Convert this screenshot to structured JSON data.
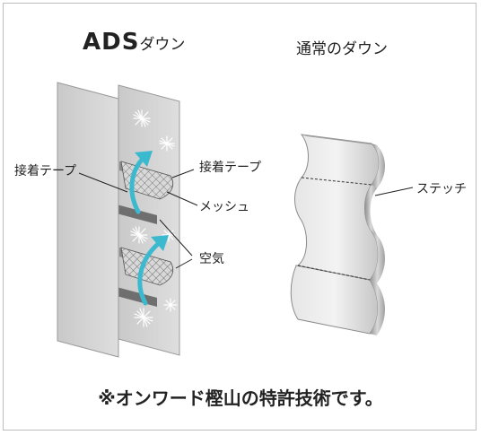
{
  "titles": {
    "ads_main": "ADS",
    "ads_suffix": "ダウン",
    "normal": "通常のダウン"
  },
  "labels": {
    "adhesive_tape_left": "接着テープ",
    "adhesive_tape_right": "接着テープ",
    "mesh": "メッシュ",
    "air": "空気",
    "stitch": "ステッチ"
  },
  "footer": "※オンワード樫山の特許技術です。",
  "colors": {
    "panel": "#cfcfcf",
    "panel_dark": "#b4b4b4",
    "tape": "#7a7a7a",
    "arrow": "#3bb9cf"
  }
}
